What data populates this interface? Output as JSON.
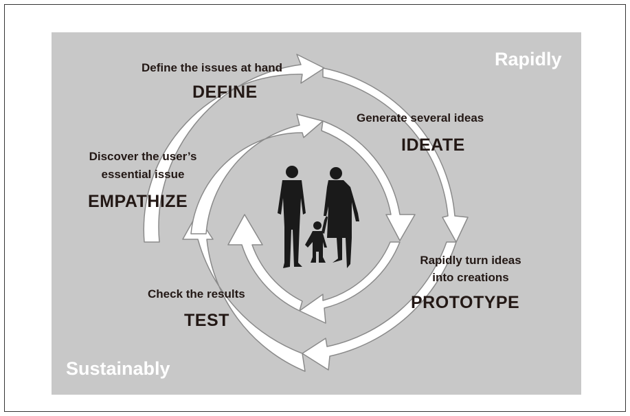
{
  "corners": {
    "top_right": "Rapidly",
    "bottom_left": "Sustainably"
  },
  "stages": {
    "define": {
      "description": "Define the issues at hand",
      "title": "DEFINE"
    },
    "ideate": {
      "description": "Generate several ideas",
      "title": "IDEATE"
    },
    "empathize": {
      "description_line1": "Discover the user’s",
      "description_line2": "essential issue",
      "title": "EMPATHIZE"
    },
    "prototype": {
      "description_line1": "Rapidly turn ideas",
      "description_line2": "into creations",
      "title": "PROTOTYPE"
    },
    "test": {
      "description": "Check the results",
      "title": "TEST"
    }
  },
  "colors": {
    "background": "#c8c8c8",
    "arrow_fill": "#ffffff",
    "arrow_stroke": "#8a8a8a",
    "text": "#231815",
    "silhouette": "#1a1a1a"
  },
  "icons": [
    "family-silhouette-icon",
    "cycle-arrow-icon"
  ]
}
